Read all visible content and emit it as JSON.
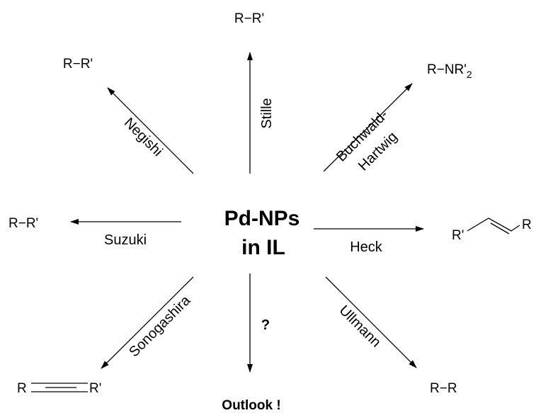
{
  "center": {
    "line1": "Pd-NPs",
    "line2": "in IL"
  },
  "products": {
    "top": "R−R'",
    "top_left": "R−R'",
    "top_right_prefix": "R−NR'",
    "top_right_sub": "2",
    "left": "R−R'",
    "right_r_prime": "R'",
    "right_r": "R",
    "bottom_left_r": "R",
    "bottom_left_r_prime": "R'",
    "bottom_right": "R−R",
    "bottom": "Outlook !"
  },
  "reactions": {
    "stille": "Stille",
    "negishi": "Negishi",
    "buchwald_line1": "Buchwald-",
    "buchwald_line2": "Hartwig",
    "suzuki": "Suzuki",
    "heck": "Heck",
    "sonogashira": "Sonogashira",
    "ullmann": "Ullmann",
    "unknown": "?"
  }
}
